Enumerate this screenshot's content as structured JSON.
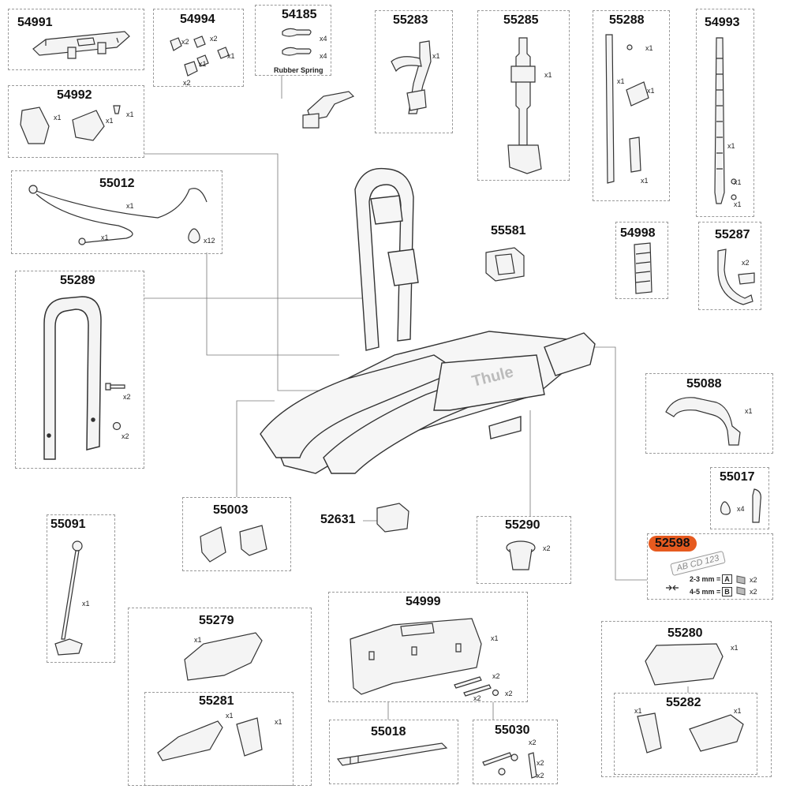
{
  "parts": [
    {
      "id": "54991",
      "qtys": []
    },
    {
      "id": "54994",
      "qtys": [
        "x2",
        "x2",
        "x1",
        "x1",
        "x2"
      ]
    },
    {
      "id": "54185",
      "qtys": [
        "x4",
        "x4"
      ],
      "caption": "Rubber Spring"
    },
    {
      "id": "55283",
      "qtys": [
        "x1"
      ]
    },
    {
      "id": "55285",
      "qtys": [
        "x1"
      ]
    },
    {
      "id": "55288",
      "qtys": [
        "x1",
        "x1",
        "x1",
        "x1"
      ]
    },
    {
      "id": "54993",
      "qtys": [
        "x1",
        "x1",
        "x1"
      ]
    },
    {
      "id": "54992",
      "qtys": [
        "x1",
        "x1",
        "x1"
      ]
    },
    {
      "id": "55012",
      "qtys": [
        "x1",
        "x1",
        "x12"
      ]
    },
    {
      "id": "55581",
      "qtys": []
    },
    {
      "id": "54998",
      "qtys": []
    },
    {
      "id": "55287",
      "qtys": [
        "x2"
      ]
    },
    {
      "id": "55289",
      "qtys": [
        "x2",
        "x2"
      ]
    },
    {
      "id": "55088",
      "qtys": [
        "x1"
      ]
    },
    {
      "id": "55017",
      "qtys": [
        "x4"
      ]
    },
    {
      "id": "55003",
      "qtys": []
    },
    {
      "id": "52631",
      "qtys": []
    },
    {
      "id": "55290",
      "qtys": [
        "x2"
      ]
    },
    {
      "id": "52598",
      "qtys": [
        "x2",
        "x2"
      ],
      "plate": "AB CD 123",
      "spec1": "2-3 mm =",
      "spec1_box": "A",
      "spec2": "4-5 mm =",
      "spec2_box": "B",
      "highlight_color": "#e65a1f"
    },
    {
      "id": "55091",
      "qtys": [
        "x1"
      ]
    },
    {
      "id": "54999",
      "qtys": [
        "x1",
        "x2",
        "x2",
        "x2"
      ]
    },
    {
      "id": "55279",
      "qtys": [
        "x1"
      ]
    },
    {
      "id": "55281",
      "qtys": [
        "x1",
        "x1"
      ]
    },
    {
      "id": "55280",
      "qtys": [
        "x1"
      ]
    },
    {
      "id": "55282",
      "qtys": [
        "x1",
        "x1"
      ]
    },
    {
      "id": "55018",
      "qtys": []
    },
    {
      "id": "55030",
      "qtys": [
        "x2",
        "x2",
        "x2"
      ]
    }
  ],
  "rack_brand": "Thule",
  "colors": {
    "line": "#333333",
    "box_border": "#9a9a9a",
    "highlight": "#e65a1f"
  }
}
